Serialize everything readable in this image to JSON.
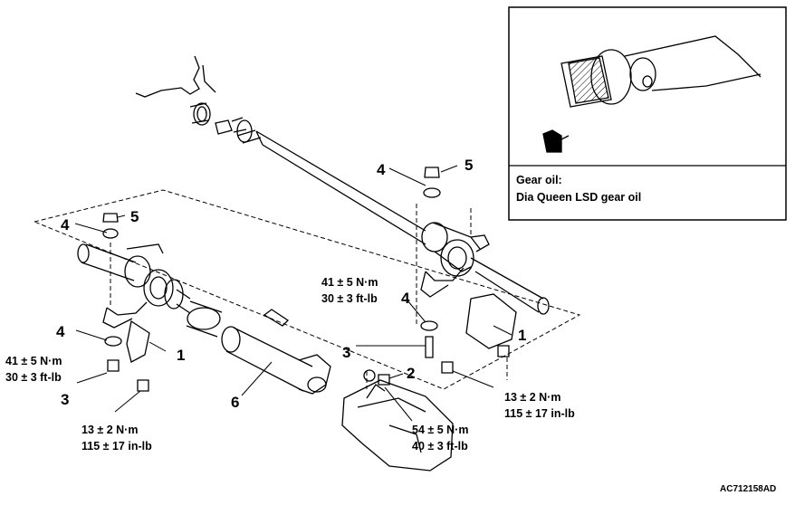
{
  "callouts": {
    "n1_left": "1",
    "n1_right": "1",
    "n2": "2",
    "n3_left": "3",
    "n3_mid": "3",
    "n4_left_top": "4",
    "n4_left_bottom": "4",
    "n4_right_top": "4",
    "n4_right_mid": "4",
    "n5_left": "5",
    "n5_right": "5",
    "n6": "6"
  },
  "torque_specs": {
    "left_bolt": [
      "41 ± 5 N·m",
      "30 ± 3 ft-lb"
    ],
    "left_nut": [
      "13 ± 2 N·m",
      "115 ± 17 in-lb"
    ],
    "center_bolt": [
      "41 ± 5 N·m",
      "30 ± 3 ft-lb"
    ],
    "right_nut": [
      "13 ± 2 N·m",
      "115 ± 17 in-lb"
    ],
    "diff_nut": [
      "54 ± 5 N·m",
      "40 ± 3 ft-lb"
    ]
  },
  "inset": {
    "line1": "Gear oil:",
    "line2": "Dia Queen LSD gear oil"
  },
  "figure_ref": "AC712158AD"
}
